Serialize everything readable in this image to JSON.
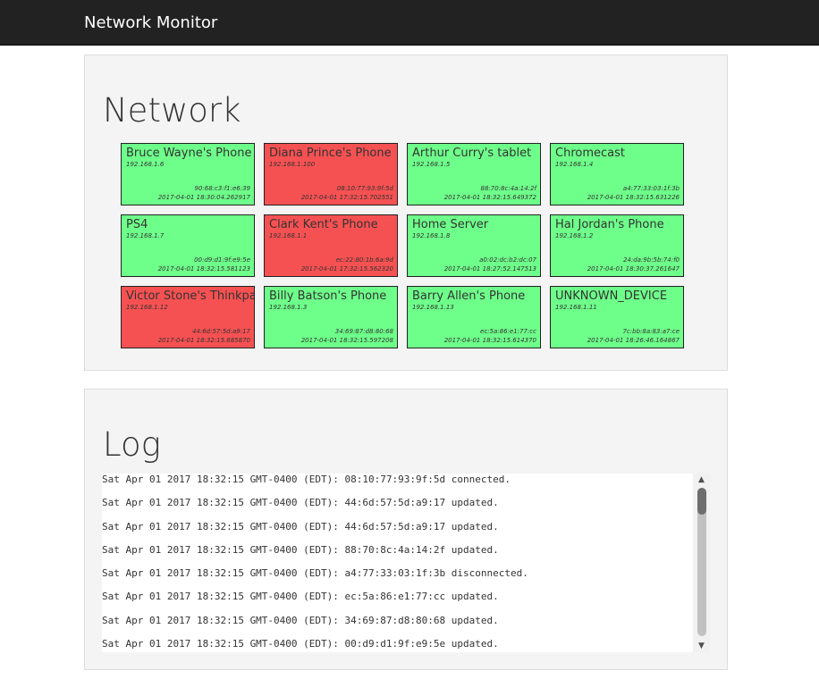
{
  "navbar": {
    "brand": "Network Monitor"
  },
  "network": {
    "title": "Network",
    "devices": [
      {
        "name": "Bruce Wayne's Phone",
        "ip": "192.168.1.6",
        "mac": "90:68:c3:f1:e6:39",
        "time": "2017-04-01 18:30:04.262917",
        "status": "online"
      },
      {
        "name": "Diana Prince's Phone",
        "ip": "192.168.1.100",
        "mac": "08:10:77:93:9f:5d",
        "time": "2017-04-01 17:32:15.702551",
        "status": "offline"
      },
      {
        "name": "Arthur Curry's tablet",
        "ip": "192.168.1.5",
        "mac": "88:70:8c:4a:14:2f",
        "time": "2017-04-01 18:32:15.649372",
        "status": "online"
      },
      {
        "name": "Chromecast",
        "ip": "192.168.1.4",
        "mac": "a4:77:33:03:1f:3b",
        "time": "2017-04-01 18:32:15.631226",
        "status": "online"
      },
      {
        "name": "PS4",
        "ip": "192.168.1.7",
        "mac": "00:d9:d1:9f:e9:5e",
        "time": "2017-04-01 18:32:15.581123",
        "status": "online"
      },
      {
        "name": "Clark Kent's Phone",
        "ip": "192.168.1.1",
        "mac": "ec:22:80:1b:6a:9d",
        "time": "2017-04-01 17:32:15.562320",
        "status": "offline"
      },
      {
        "name": "Home Server",
        "ip": "192.168.1.8",
        "mac": "a0:02:dc:b2:dc:07",
        "time": "2017-04-01 18:27:52.147513",
        "status": "online"
      },
      {
        "name": "Hal Jordan's Phone",
        "ip": "192.168.1.2",
        "mac": "24:da:9b:5b:74:f0",
        "time": "2017-04-01 18:30:37.261647",
        "status": "online"
      },
      {
        "name": "Victor Stone's Thinkpad",
        "ip": "192.168.1.12",
        "mac": "44:6d:57:5d:a9:17",
        "time": "2017-04-01 18:32:15.685870",
        "status": "offline"
      },
      {
        "name": "Billy Batson's Phone",
        "ip": "192.168.1.3",
        "mac": "34:69:87:d8:80:68",
        "time": "2017-04-01 18:32:15.597208",
        "status": "online"
      },
      {
        "name": "Barry Allen's Phone",
        "ip": "192.168.1.13",
        "mac": "ec:5a:86:e1:77:cc",
        "time": "2017-04-01 18:32:15.614370",
        "status": "online"
      },
      {
        "name": "UNKNOWN_DEVICE",
        "ip": "192.168.1.11",
        "mac": "7c:bb:8a:83:a7:ce",
        "time": "2017-04-01 18:26:46.164867",
        "status": "online"
      }
    ]
  },
  "log": {
    "title": "Log",
    "lines": [
      "Sat Apr 01 2017 18:32:15 GMT-0400 (EDT): 08:10:77:93:9f:5d connected.",
      "Sat Apr 01 2017 18:32:15 GMT-0400 (EDT): 44:6d:57:5d:a9:17 updated.",
      "Sat Apr 01 2017 18:32:15 GMT-0400 (EDT): 44:6d:57:5d:a9:17 updated.",
      "Sat Apr 01 2017 18:32:15 GMT-0400 (EDT): 88:70:8c:4a:14:2f updated.",
      "Sat Apr 01 2017 18:32:15 GMT-0400 (EDT): a4:77:33:03:1f:3b disconnected.",
      "Sat Apr 01 2017 18:32:15 GMT-0400 (EDT): ec:5a:86:e1:77:cc updated.",
      "Sat Apr 01 2017 18:32:15 GMT-0400 (EDT): 34:69:87:d8:80:68 updated.",
      "Sat Apr 01 2017 18:32:15 GMT-0400 (EDT): 00:d9:d1:9f:e9:5e updated."
    ],
    "scroll_fraction": 0.0
  },
  "colors": {
    "online": "#6eff8a",
    "offline": "#f65152",
    "navbar": "#222222"
  },
  "icons": {
    "scroll_up": "scroll-up-arrow-icon",
    "scroll_down": "scroll-down-arrow-icon"
  }
}
